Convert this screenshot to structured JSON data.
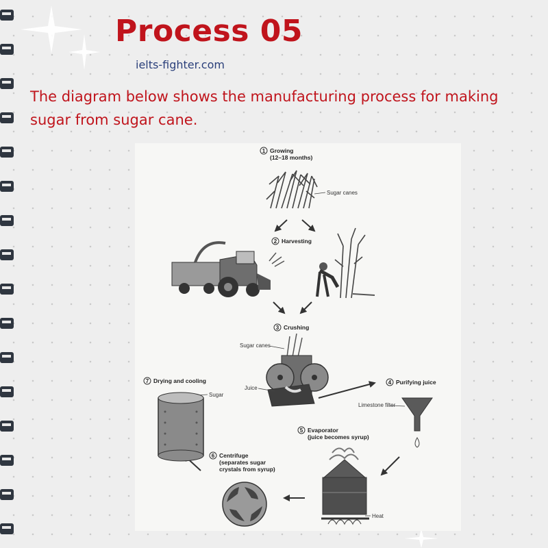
{
  "header": {
    "title": "Process 05",
    "website": "ielts-fighter.com",
    "description": "The diagram below shows the manufacturing process for making sugar from sugar cane."
  },
  "diagram": {
    "steps": [
      {
        "number": "1",
        "title": "Growing",
        "detail": "(12–18 months)"
      },
      {
        "number": "2",
        "title": "Harvesting"
      },
      {
        "number": "3",
        "title": "Crushing"
      },
      {
        "number": "4",
        "title": "Purifying juice"
      },
      {
        "number": "5",
        "title": "Evaporator",
        "detail": "(juice becomes syrup)"
      },
      {
        "number": "6",
        "title": "Centrifuge",
        "detail_line1": "(separates sugar",
        "detail_line2": "crystals from syrup)"
      },
      {
        "number": "7",
        "title": "Drying and cooling"
      }
    ],
    "labels": {
      "sugar_canes_growing": "Sugar canes",
      "sugar_canes_crushing": "Sugar canes",
      "juice": "Juice",
      "limestone_filter": "Limestone filter",
      "heat": "Heat",
      "sugar": "Sugar"
    }
  },
  "colors": {
    "title": "#c0141c",
    "website": "#2a3f7a",
    "description": "#c0141c"
  }
}
